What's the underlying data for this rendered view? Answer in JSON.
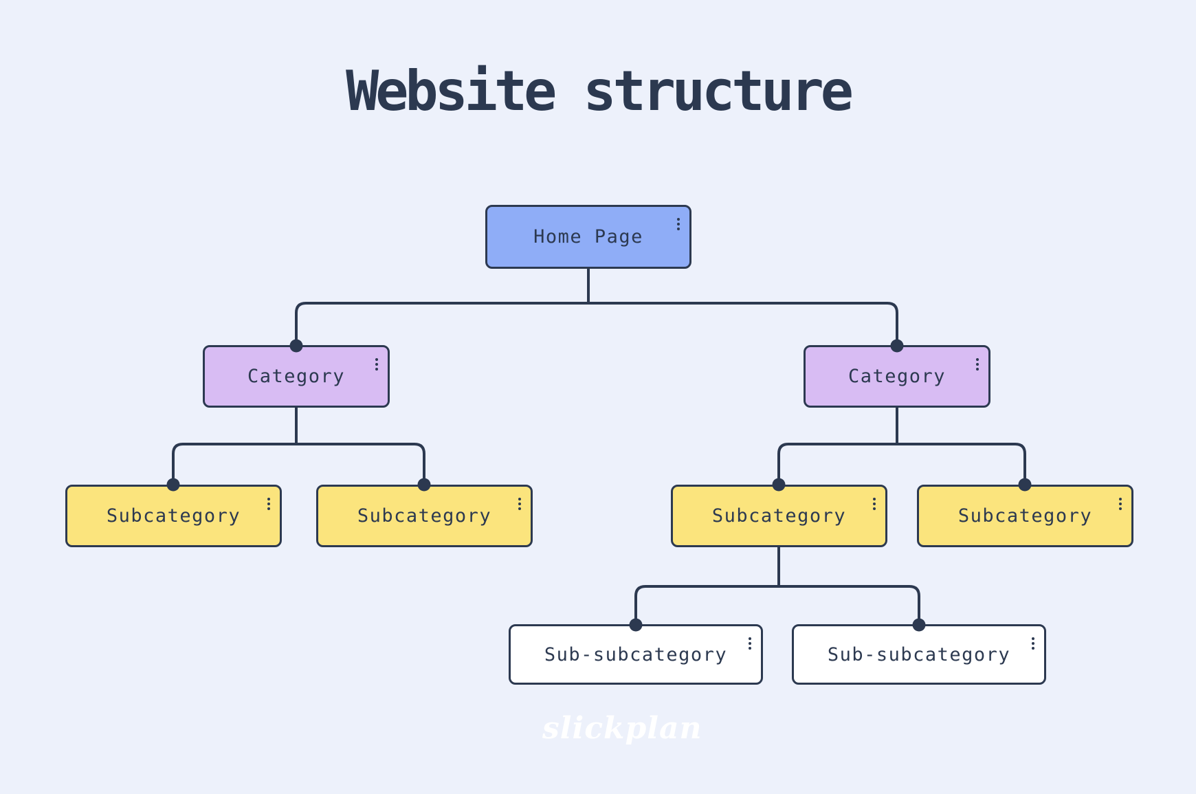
{
  "title": "Website structure",
  "watermark": "slickplan",
  "colors": {
    "background": "#edf1fb",
    "ink": "#2c3950",
    "home_fill": "#8fadf7",
    "category_fill": "#d8bcf3",
    "subcategory_fill": "#fbe47d",
    "subsub_fill": "#ffffff"
  },
  "nodes": {
    "home": {
      "label": "Home Page",
      "level": "home"
    },
    "category_left": {
      "label": "Category",
      "level": "category"
    },
    "category_right": {
      "label": "Category",
      "level": "category"
    },
    "subcategory_1": {
      "label": "Subcategory",
      "level": "subcategory"
    },
    "subcategory_2": {
      "label": "Subcategory",
      "level": "subcategory"
    },
    "subcategory_3": {
      "label": "Subcategory",
      "level": "subcategory"
    },
    "subcategory_4": {
      "label": "Subcategory",
      "level": "subcategory"
    },
    "subsubcategory_1": {
      "label": "Sub-subcategory",
      "level": "sub-subcategory"
    },
    "subsubcategory_2": {
      "label": "Sub-subcategory",
      "level": "sub-subcategory"
    }
  },
  "edges": [
    {
      "parent": "home",
      "child": "category_left"
    },
    {
      "parent": "home",
      "child": "category_right"
    },
    {
      "parent": "category_left",
      "child": "subcategory_1"
    },
    {
      "parent": "category_left",
      "child": "subcategory_2"
    },
    {
      "parent": "category_right",
      "child": "subcategory_3"
    },
    {
      "parent": "category_right",
      "child": "subcategory_4"
    },
    {
      "parent": "subcategory_3",
      "child": "subsubcategory_1"
    },
    {
      "parent": "subcategory_3",
      "child": "subsubcategory_2"
    }
  ],
  "icons": {
    "node_menu": "kebab-menu-icon",
    "connector_dot": "connector-dot"
  }
}
